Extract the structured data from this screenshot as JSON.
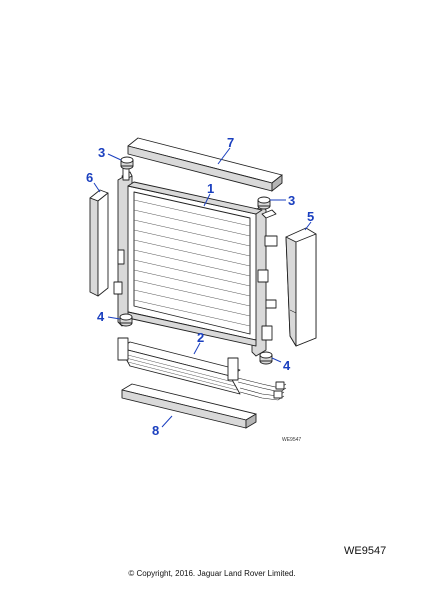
{
  "diagram": {
    "callouts": {
      "c1": "1",
      "c2": "2",
      "c3a": "3",
      "c3b": "3",
      "c4a": "4",
      "c4b": "4",
      "c5": "5",
      "c6": "6",
      "c7": "7",
      "c8": "8"
    },
    "inner_code": "WE9547"
  },
  "footer": {
    "ref_code": "WE9547",
    "copyright": "© Copyright, 2016. Jaguar Land Rover Limited."
  },
  "colors": {
    "callout": "#1a3fbf",
    "line": "#222222",
    "background": "#ffffff"
  }
}
